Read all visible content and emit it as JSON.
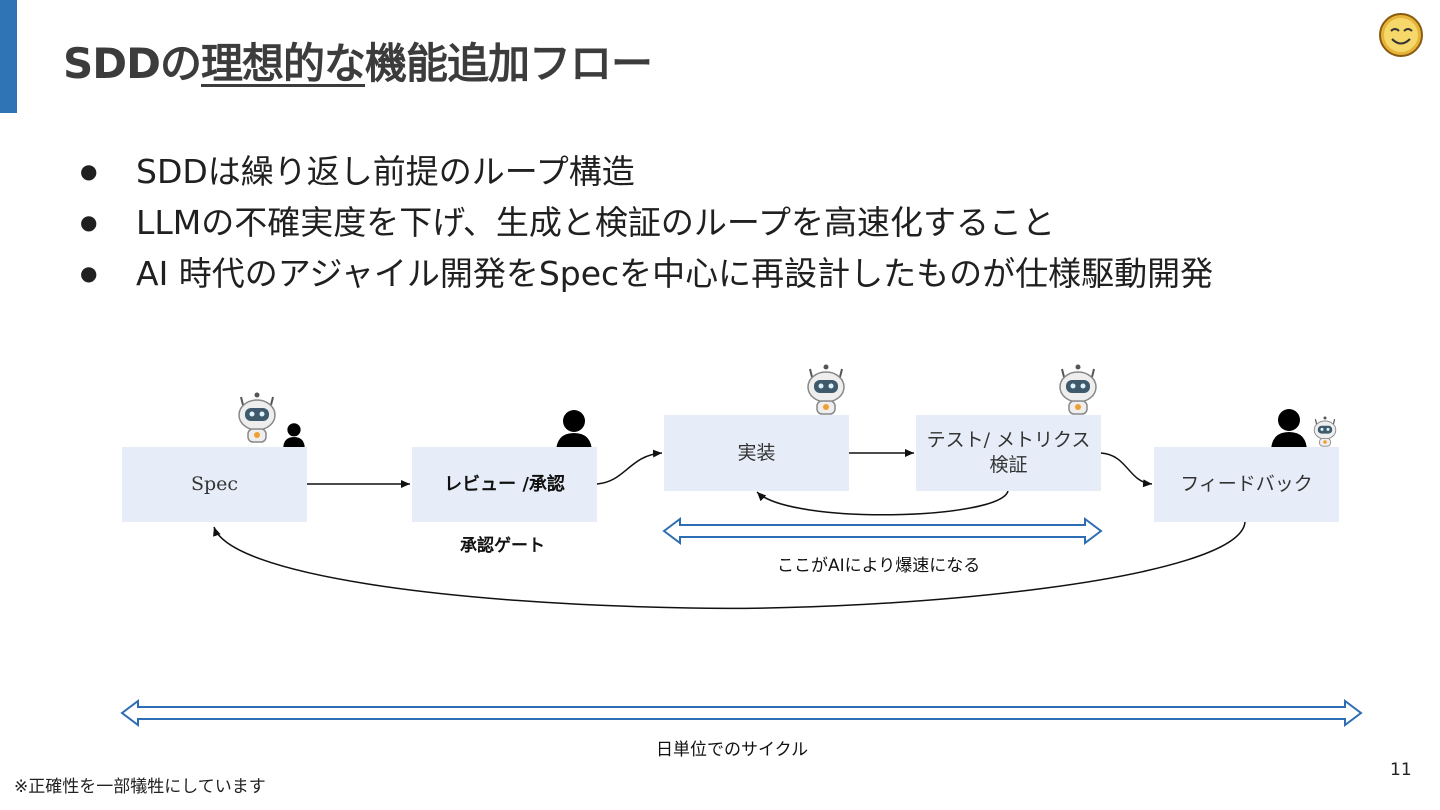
{
  "title": {
    "prefix": "SDDの",
    "underlined": "理想的な",
    "suffix": "機能追加フロー"
  },
  "bullets": [
    "SDDは繰り返し前提のループ構造",
    "LLMの不確実度を下げ、生成と検証のループを高速化すること",
    "AI 時代のアジャイル開発をSpecを中心に再設計したものが仕様駆動開発"
  ],
  "diagram": {
    "boxes": {
      "spec": "Spec",
      "review": "レビュー /承認",
      "implement": "実装",
      "test_line1": "テスト/ メトリクス",
      "test_line2": "検証",
      "feedback": "フィードバック"
    },
    "gate_label": "承認ゲート",
    "fast_label": "ここがAIにより爆速になる",
    "cycle_label": "日単位でのサイクル",
    "icons": [
      "robot-icon",
      "person-icon"
    ]
  },
  "footnote": "※正確性を一部犠牲にしています",
  "page_number": "11",
  "colors": {
    "accent": "#2f74b5",
    "box_fill": "#e7edf8",
    "arrow_blue": "#2e6db4"
  }
}
